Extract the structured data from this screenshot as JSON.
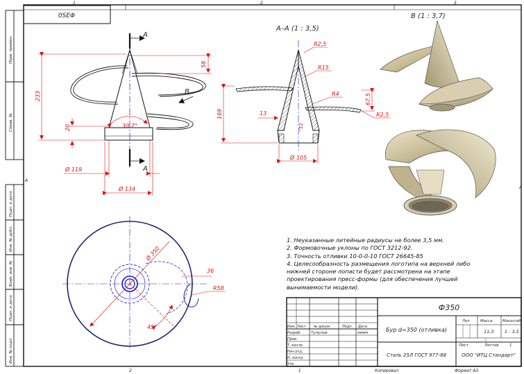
{
  "sheet": {
    "zone_top": [
      "1",
      "2",
      "3"
    ],
    "zone_bottom": [
      "1",
      "2"
    ],
    "zone_right": "A",
    "zone_left": "A",
    "doc_code_box": "0SEΦ",
    "left_strip": [
      "Перв. примен.",
      "Справ. №",
      "Подп. и дата",
      "Инв. № дубл.",
      "Взам. инв. №",
      "Подп. и дата",
      "Инв. № подл."
    ],
    "bottom_footer": {
      "copied": "Копировал",
      "format": "Формат А3"
    }
  },
  "views": {
    "main": {
      "cut_marker": "А",
      "view_arrow_label": "B",
      "dims": [
        "58",
        "233",
        "20",
        "30,7°",
        "Ø 119",
        "Ø 134"
      ]
    },
    "section": {
      "title": "A–A (1 : 3,5)",
      "dims": [
        "R2,5",
        "R15",
        "R4",
        "67,5",
        "169",
        "13",
        "12",
        "R2,5",
        "Ø 105"
      ]
    },
    "iso": {
      "title": "B (1 : 3,7)"
    },
    "top": {
      "dims": [
        "Ø 350",
        "36",
        "R58",
        "45°"
      ]
    }
  },
  "notes": [
    "1. Неуказанные литейные радиусы не более 3,5 мм.",
    "2. Формовочные уклоны по ГОСТ 3212-92.",
    "3. Точность отливки 10-0-0-10 ГОСТ 26645-85",
    "4. Целесообразность размещения логотипа на верхней либо",
    "нижней стороне лопасти будет рассмотрена на этапе",
    "проектирования пресс-формы (для обеспечения лучшей",
    "вынимаемости модели)."
  ],
  "title_block": {
    "designation": "Ф350",
    "name": "Бур d=350 (отливка)",
    "material": "Сталь 25Л ГОСТ 977-88",
    "company": "ООО \"ИТЦ Стандарт\"",
    "col_headers": [
      "Изм.",
      "Лист",
      "№ докум.",
      "Подп.",
      "Дата"
    ],
    "row_labels": [
      "Разраб.",
      "Пров.",
      "Т. контр.",
      "Нач.отд.",
      "Н. контр.",
      "Утв."
    ],
    "developer": "Тулупов",
    "date_stamp": "мммм",
    "lit_label": "Лит.",
    "mass_label": "Масса",
    "scale_label": "Масштаб",
    "mass_value": "11,3",
    "scale_value": "1 : 3,5",
    "sheet_label": "Лист",
    "sheets_label": "Листов",
    "sheets_value": "1"
  },
  "colors": {
    "outline": "#1a1a1a",
    "dimension": "#d11111",
    "top_view": "#222277",
    "center": "#1010dd",
    "bronze": "#c9bea0"
  }
}
